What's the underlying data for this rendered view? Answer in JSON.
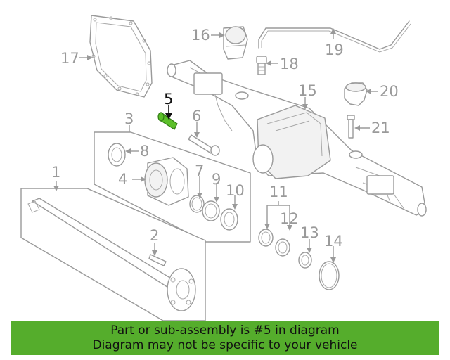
{
  "diagram": {
    "callouts": [
      "1",
      "2",
      "3",
      "4",
      "5",
      "6",
      "7",
      "8",
      "9",
      "10",
      "11",
      "12",
      "13",
      "14",
      "15",
      "16",
      "17",
      "18",
      "19",
      "20",
      "21"
    ],
    "highlighted_callout": "5",
    "colors": {
      "highlight": "#5cbf2a",
      "banner": "#55ad2c",
      "line": "#9a9a9a"
    }
  },
  "banner": {
    "line1": "Part or sub-assembly is #5 in diagram",
    "line2": "Diagram may not be specific to your vehicle"
  }
}
